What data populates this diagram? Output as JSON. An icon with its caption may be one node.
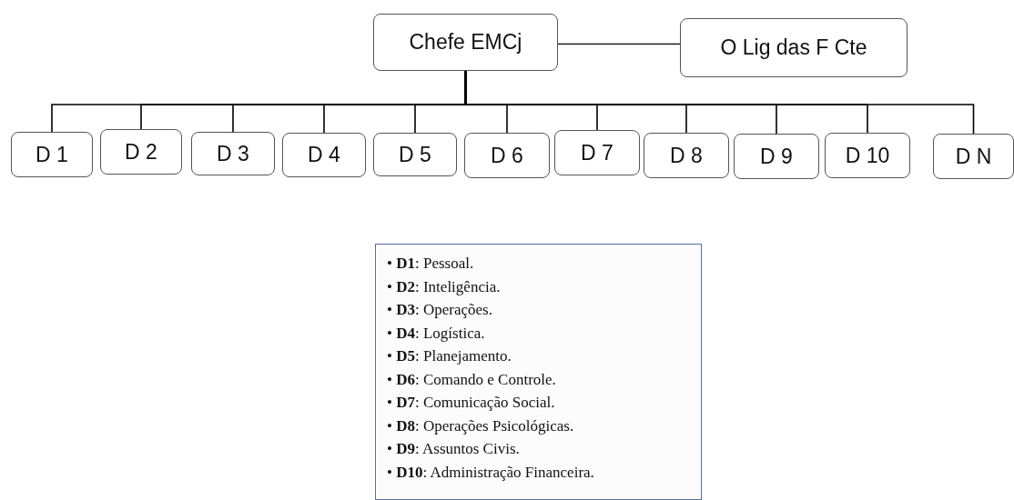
{
  "diagram": {
    "nodes": [
      {
        "text": [
          "Chefe EMCj"
        ]
      },
      {
        "text": [
          "O Lig das F Cte"
        ]
      },
      {
        "text": [
          "D 1"
        ]
      },
      {
        "text": [
          "D 2"
        ]
      },
      {
        "text": [
          "D 3"
        ]
      },
      {
        "text": [
          "D 4"
        ]
      },
      {
        "text": [
          "D 5"
        ]
      },
      {
        "text": [
          "D 6"
        ]
      },
      {
        "text": [
          "D 7"
        ]
      },
      {
        "text": [
          "D 8"
        ]
      },
      {
        "text": [
          "D 9"
        ]
      },
      {
        "text": [
          "D 10"
        ]
      },
      {
        "text": [
          "D N"
        ]
      },
      {
        "text": [
          "• **D1**: Pessoal.",
          "• **D2**: Inteligência.",
          "• **D3**: Operações.",
          "• **D4**: Logística.",
          "• **D5**: Planejamento.",
          "• **D6**: Comando e Controle.",
          "• **D7**: Comunicação Social.",
          "• **D8**: Operações Psicológicas.",
          "• **D9**: Assuntos Civis.",
          "• **D10**: Administração Financeira."
        ]
      }
    ],
    "edges": [
      {
        "from": 0,
        "to": 1,
        "arrow": "none"
      },
      {
        "from": 0,
        "to": 2,
        "arrow": "none"
      },
      {
        "from": 0,
        "to": 3,
        "arrow": "none"
      },
      {
        "from": 0,
        "to": 4,
        "arrow": "none"
      },
      {
        "from": 0,
        "to": 5,
        "arrow": "none"
      },
      {
        "from": 0,
        "to": 6,
        "arrow": "none"
      },
      {
        "from": 0,
        "to": 7,
        "arrow": "none"
      },
      {
        "from": 0,
        "to": 8,
        "arrow": "none"
      },
      {
        "from": 0,
        "to": 9,
        "arrow": "none"
      },
      {
        "from": 0,
        "to": 10,
        "arrow": "none"
      },
      {
        "from": 0,
        "to": 11,
        "arrow": "none"
      },
      {
        "from": 0,
        "to": 12,
        "arrow": "none"
      }
    ]
  }
}
